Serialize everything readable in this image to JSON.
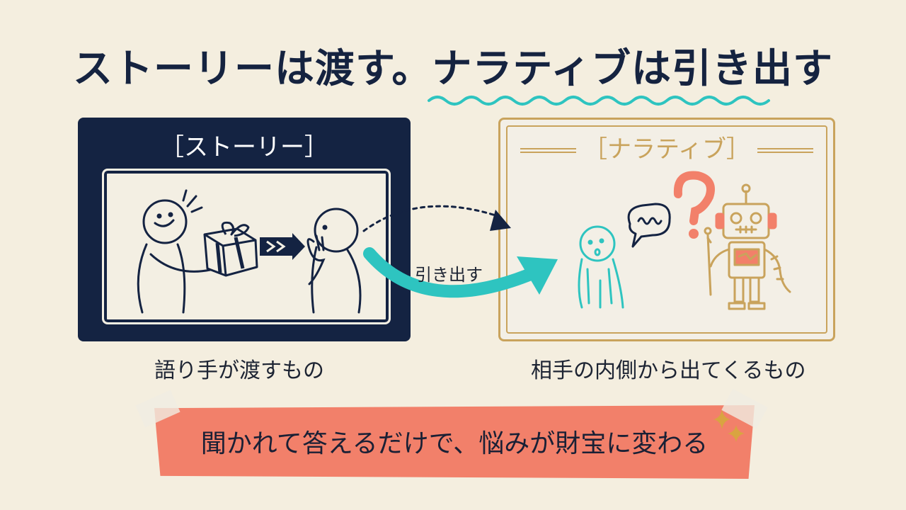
{
  "title": {
    "part1": "ストーリーは渡す。",
    "part2": "ナラティブは引き出す"
  },
  "story": {
    "label": "［ストーリー］",
    "caption": "語り手が渡すもの"
  },
  "narrative": {
    "label": "［ナラティブ］",
    "caption": "相手の内側から出てくるもの"
  },
  "arrow": {
    "label": "引き出す"
  },
  "banner": {
    "text": "聞かれて答えるだけで、悩みが財宝に変わる"
  },
  "colors": {
    "navy": "#142342",
    "teal": "#2ec4c0",
    "gold": "#c9a35c",
    "coral": "#f2806a",
    "background": "#f4eedf"
  },
  "icons": [
    "gift-icon",
    "speech-bubble-icon",
    "question-mark-icon",
    "robot-icon",
    "sparkle-icon"
  ]
}
